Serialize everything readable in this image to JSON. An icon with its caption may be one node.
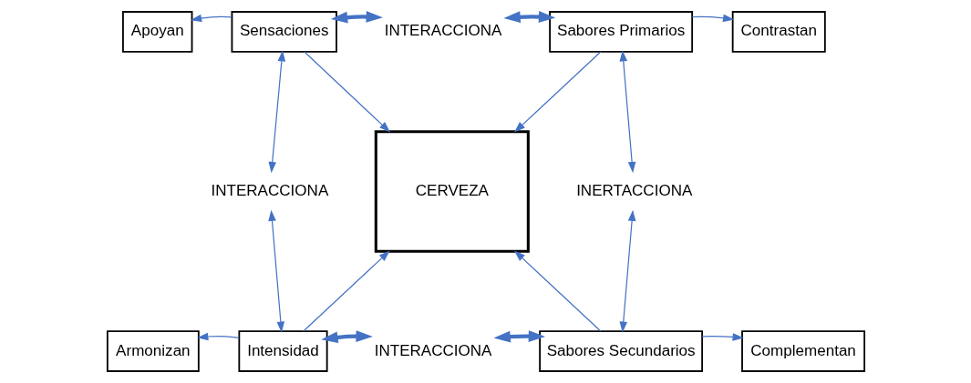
{
  "diagram": {
    "nodes": [
      {
        "text": [
          "Apoyan"
        ]
      },
      {
        "text": [
          "Sensaciones"
        ]
      },
      {
        "text": [
          "INTERACCIONA"
        ]
      },
      {
        "text": [
          "Sabores Primarios"
        ]
      },
      {
        "text": [
          "Contrastan"
        ]
      },
      {
        "text": [
          "CERVEZA"
        ]
      },
      {
        "text": [
          "INTERACCIONA"
        ]
      },
      {
        "text": [
          "INERTACCIONA"
        ]
      },
      {
        "text": [
          "Armonizan"
        ]
      },
      {
        "text": [
          "Intensidad"
        ]
      },
      {
        "text": [
          "INTERACCIONA"
        ]
      },
      {
        "text": [
          "Sabores Secundarios"
        ]
      },
      {
        "text": [
          "Complementan"
        ]
      }
    ],
    "edges": [
      {
        "from": 1,
        "to": 0,
        "arrow": "to"
      },
      {
        "from": 1,
        "to": 2,
        "arrow": "both",
        "style": "thick"
      },
      {
        "from": 2,
        "to": 3,
        "arrow": "both",
        "style": "thick"
      },
      {
        "from": 3,
        "to": 4,
        "arrow": "to"
      },
      {
        "from": 1,
        "to": 5,
        "arrow": "to"
      },
      {
        "from": 3,
        "to": 5,
        "arrow": "to"
      },
      {
        "from": 1,
        "to": 6,
        "arrow": "both"
      },
      {
        "from": 6,
        "to": 9,
        "arrow": "both"
      },
      {
        "from": 3,
        "to": 7,
        "arrow": "both"
      },
      {
        "from": 7,
        "to": 11,
        "arrow": "both"
      },
      {
        "from": 9,
        "to": 5,
        "arrow": "to"
      },
      {
        "from": 11,
        "to": 5,
        "arrow": "to"
      },
      {
        "from": 9,
        "to": 8,
        "arrow": "to"
      },
      {
        "from": 9,
        "to": 10,
        "arrow": "both",
        "style": "thick"
      },
      {
        "from": 10,
        "to": 11,
        "arrow": "both",
        "style": "thick"
      },
      {
        "from": 11,
        "to": 12,
        "arrow": "to"
      }
    ]
  }
}
